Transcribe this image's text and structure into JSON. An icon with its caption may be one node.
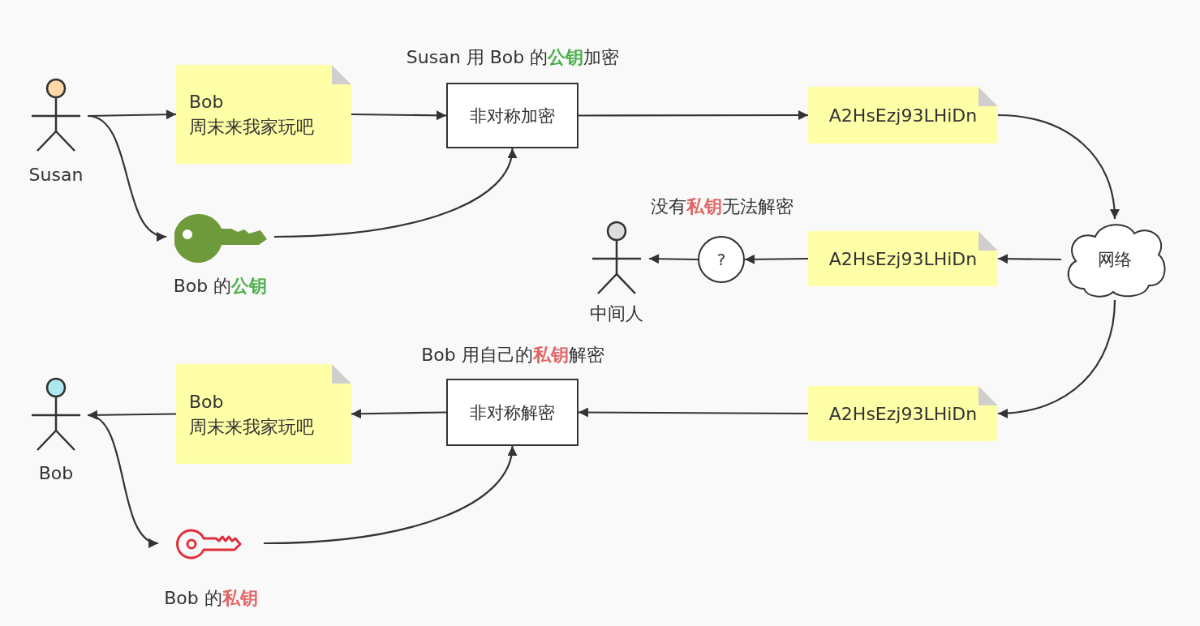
{
  "diagram": {
    "nodes": [
      {
        "text": [
          "Susan"
        ]
      },
      {
        "text": [
          "Bob",
          "周末来我家玩吧"
        ]
      },
      {
        "text": [
          "非对称加密"
        ],
        "beside": [
          "Susan 用 Bob 的**公钥**加密"
        ]
      },
      {
        "text": [
          "Bob 的**公钥**"
        ]
      },
      {
        "text": [
          "A2HsEzj93LHiDn"
        ]
      },
      {
        "text": [
          "网络"
        ]
      },
      {
        "text": [
          "A2HsEzj93LHiDn"
        ]
      },
      {
        "text": [
          "?"
        ]
      },
      {
        "text": [
          "中间人"
        ],
        "beside": [
          "没有**私钥**无法解密"
        ]
      },
      {
        "text": [
          "A2HsEzj93LHiDn"
        ]
      },
      {
        "text": [
          "非对称解密"
        ],
        "beside": [
          "Bob 用自己的**私钥**解密"
        ]
      },
      {
        "text": [
          "Bob",
          "周末来我家玩吧"
        ]
      },
      {
        "text": [
          "Bob"
        ]
      },
      {
        "text": [
          "Bob 的**私钥**"
        ]
      }
    ],
    "edges": [
      {
        "from": 0,
        "to": 1,
        "arrow": "to"
      },
      {
        "from": 1,
        "to": 2,
        "arrow": "to"
      },
      {
        "from": 0,
        "to": 3,
        "arrow": "to"
      },
      {
        "from": 3,
        "to": 2,
        "arrow": "to"
      },
      {
        "from": 2,
        "to": 4,
        "arrow": "to"
      },
      {
        "from": 4,
        "to": 5,
        "arrow": "to"
      },
      {
        "from": 5,
        "to": 6,
        "arrow": "to"
      },
      {
        "from": 6,
        "to": 7,
        "arrow": "to"
      },
      {
        "from": 7,
        "to": 8,
        "arrow": "to"
      },
      {
        "from": 5,
        "to": 9,
        "arrow": "to"
      },
      {
        "from": 9,
        "to": 10,
        "arrow": "to"
      },
      {
        "from": 10,
        "to": 11,
        "arrow": "to"
      },
      {
        "from": 11,
        "to": 12,
        "arrow": "to"
      },
      {
        "from": 12,
        "to": 13,
        "arrow": "to"
      },
      {
        "from": 13,
        "to": 10,
        "arrow": "to"
      }
    ]
  }
}
